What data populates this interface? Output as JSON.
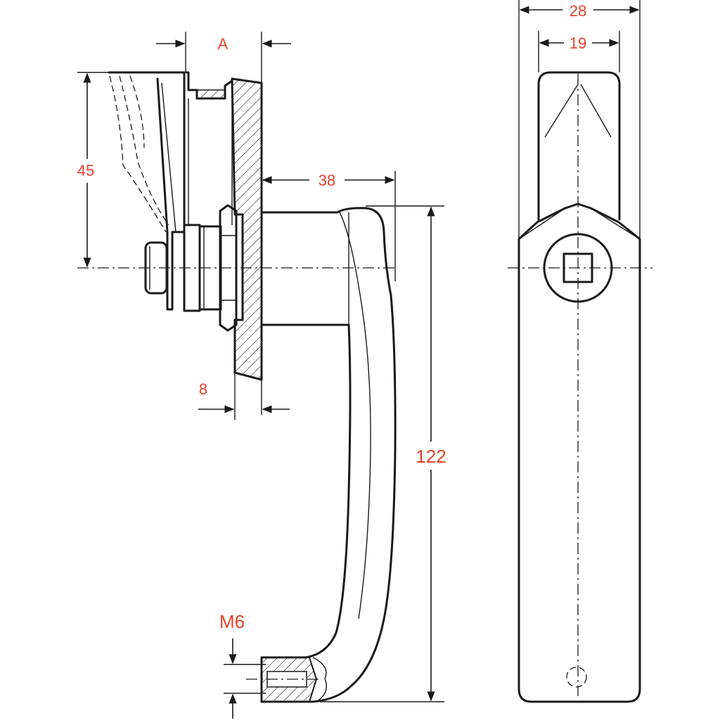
{
  "dimensions": {
    "a": "A",
    "h45": "45",
    "d38": "38",
    "d8": "8",
    "h122": "122",
    "m6": "M6",
    "w28": "28",
    "w19": "19"
  },
  "colors": {
    "dimension_text": "#e8402a",
    "line": "#1a1a1a",
    "background": "#ffffff"
  }
}
